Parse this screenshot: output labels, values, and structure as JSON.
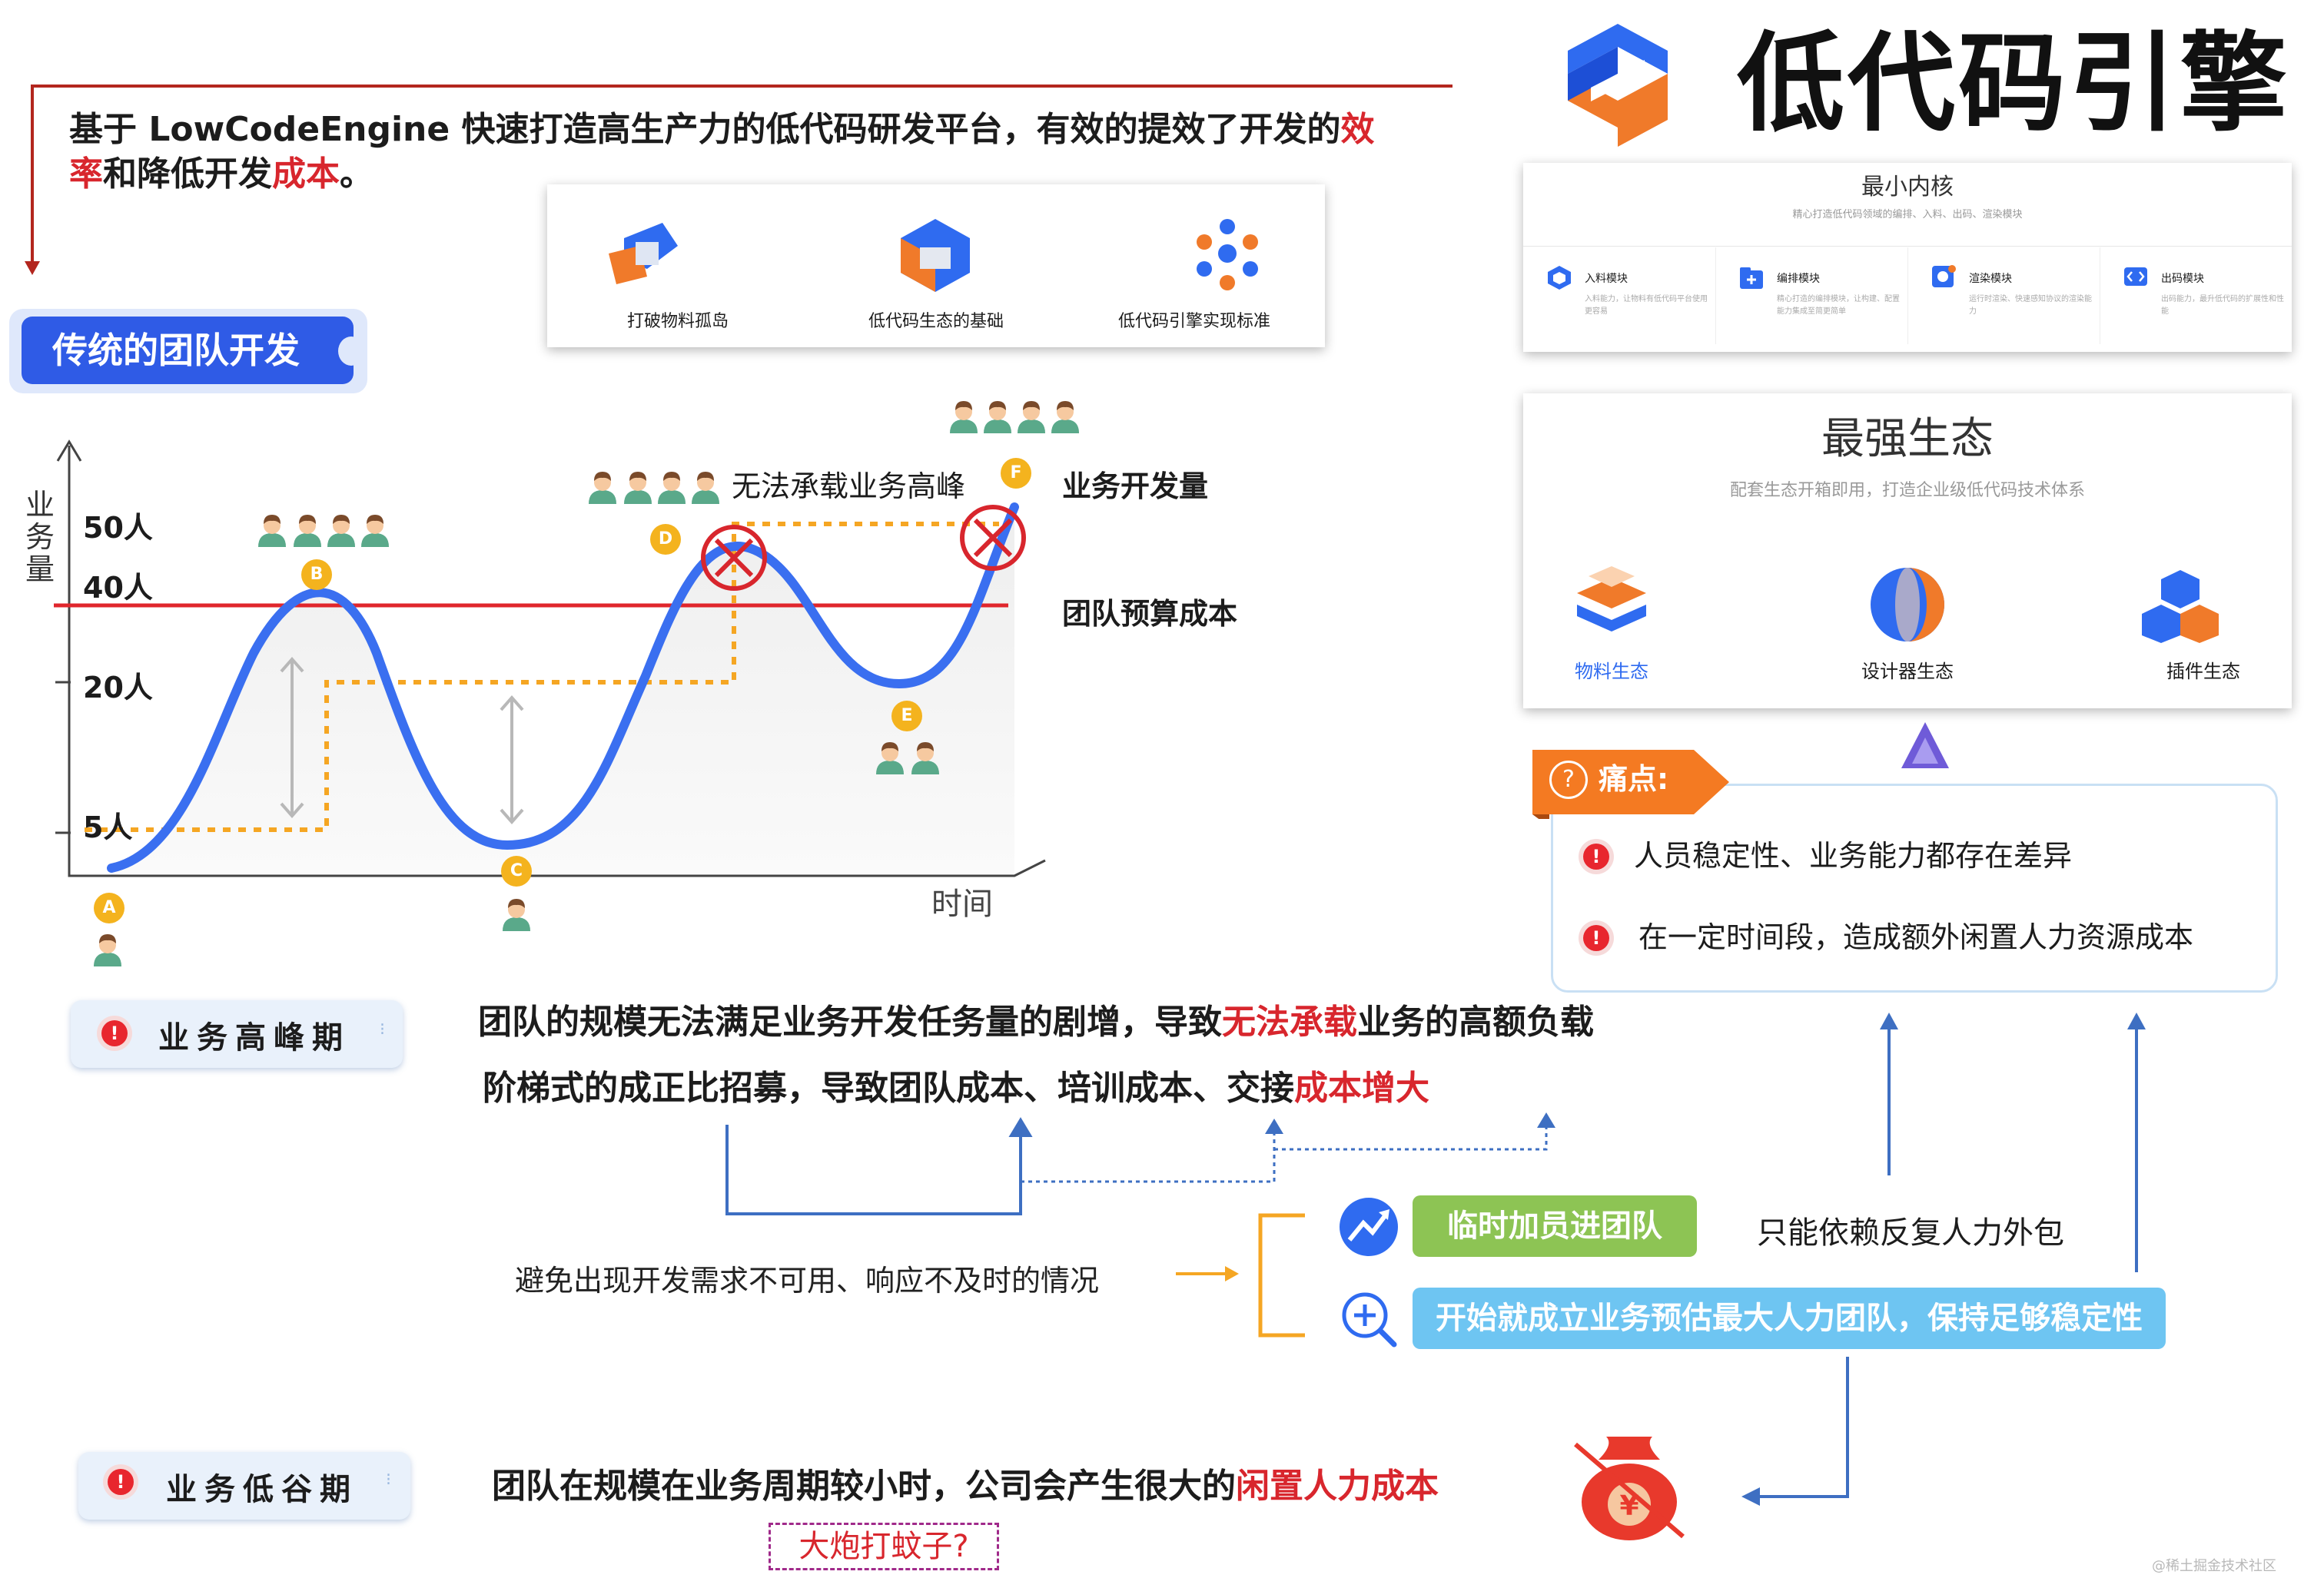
{
  "header": {
    "intro_part1": "基于 LowCodeEngine 快速打造高生产力的低代码研发平台，有效的提效了开发的",
    "intro_red1": "效",
    "intro_red2": "率",
    "intro_part2": "和降低开发",
    "intro_red3": "成本",
    "intro_part3": "。"
  },
  "logo": {
    "title": "低代码引擎"
  },
  "features_card": {
    "items": [
      {
        "label": "打破物料孤岛"
      },
      {
        "label": "低代码生态的基础"
      },
      {
        "label": "低代码引擎实现标准"
      }
    ]
  },
  "kernel_card": {
    "title": "最小内核",
    "subtitle": "精心打造低代码领域的编排、入料、出码、渲染模块",
    "modules": [
      {
        "name": "入料模块",
        "desc": "入料能力，让物料有低代码平台使用更容易"
      },
      {
        "name": "编排模块",
        "desc": "精心打造的编排模块，让构建、配置能力集成至简更简单"
      },
      {
        "name": "渲染模块",
        "desc": "运行时渲染、快速感知协议的渲染能力"
      },
      {
        "name": "出码模块",
        "desc": "出码能力，最升低代码的扩展性和性能"
      }
    ]
  },
  "ecosystem_card": {
    "title": "最强生态",
    "subtitle": "配套生态开箱即用，打造企业级低代码技术体系",
    "items": [
      {
        "label": "物料生态",
        "active": true
      },
      {
        "label": "设计器生态",
        "active": false
      },
      {
        "label": "插件生态",
        "active": false
      }
    ]
  },
  "traditional_tag": {
    "label": "传统的团队开发"
  },
  "chart": {
    "y_axis_label": "业务量",
    "x_axis_label": "时间",
    "y_ticks": [
      "50人",
      "40人",
      "20人",
      "5人"
    ],
    "budget_line_label": "团队预算成本",
    "demand_label": "业务开发量",
    "peak_note": "无法承载业务高峰",
    "points": [
      "A",
      "B",
      "C",
      "D",
      "E",
      "F"
    ]
  },
  "chart_data": {
    "type": "line",
    "title": "",
    "xlabel": "时间",
    "ylabel": "业务量",
    "y_ticks": [
      "5人",
      "20人",
      "40人",
      "50人"
    ],
    "series": [
      {
        "name": "业务开发量",
        "points": [
          {
            "label": "A",
            "team": 1
          },
          {
            "label": "B",
            "team": 4
          },
          {
            "label": "C",
            "team": 1
          },
          {
            "label": "D",
            "team": 4
          },
          {
            "label": "E",
            "team": 2
          },
          {
            "label": "F",
            "team": 4
          }
        ]
      },
      {
        "name": "团队预算成本",
        "value": "40人"
      }
    ]
  },
  "pain_points": {
    "title": "痛点:",
    "items": [
      "人员稳定性、业务能力都存在差异",
      "在一定时间段，造成额外闲置人力资源成本"
    ]
  },
  "peak_period": {
    "tag": "业务高峰期",
    "line1_a": "团队的规模无法满足业务开发任务量的剧增，导致",
    "line1_red": "无法承载",
    "line1_b": "业务的高额负载",
    "line2_a": "阶梯式的成正比招募，导致团队成本、培训成本、交接",
    "line2_red": "成本增大"
  },
  "solutions": {
    "avoid_text": "避免出现开发需求不可用、响应不及时的情况",
    "option1": "临时加员进团队",
    "option1_note": "只能依赖反复人力外包",
    "option2": "开始就成立业务预估最大人力团队，保持足够稳定性"
  },
  "valley_period": {
    "tag": "业务低谷期",
    "text_a": "团队在规模在业务周期较小时，公司会产生很大的",
    "text_red": "闲置人力成本",
    "note": "大炮打蚊子?"
  },
  "watermark": "@稀土掘金技术社区",
  "colors": {
    "accent_blue": "#3a6ff0",
    "red": "#d8262d",
    "orange": "#f5a623",
    "green": "#8bc34a",
    "light_blue": "#6ec5f2"
  }
}
